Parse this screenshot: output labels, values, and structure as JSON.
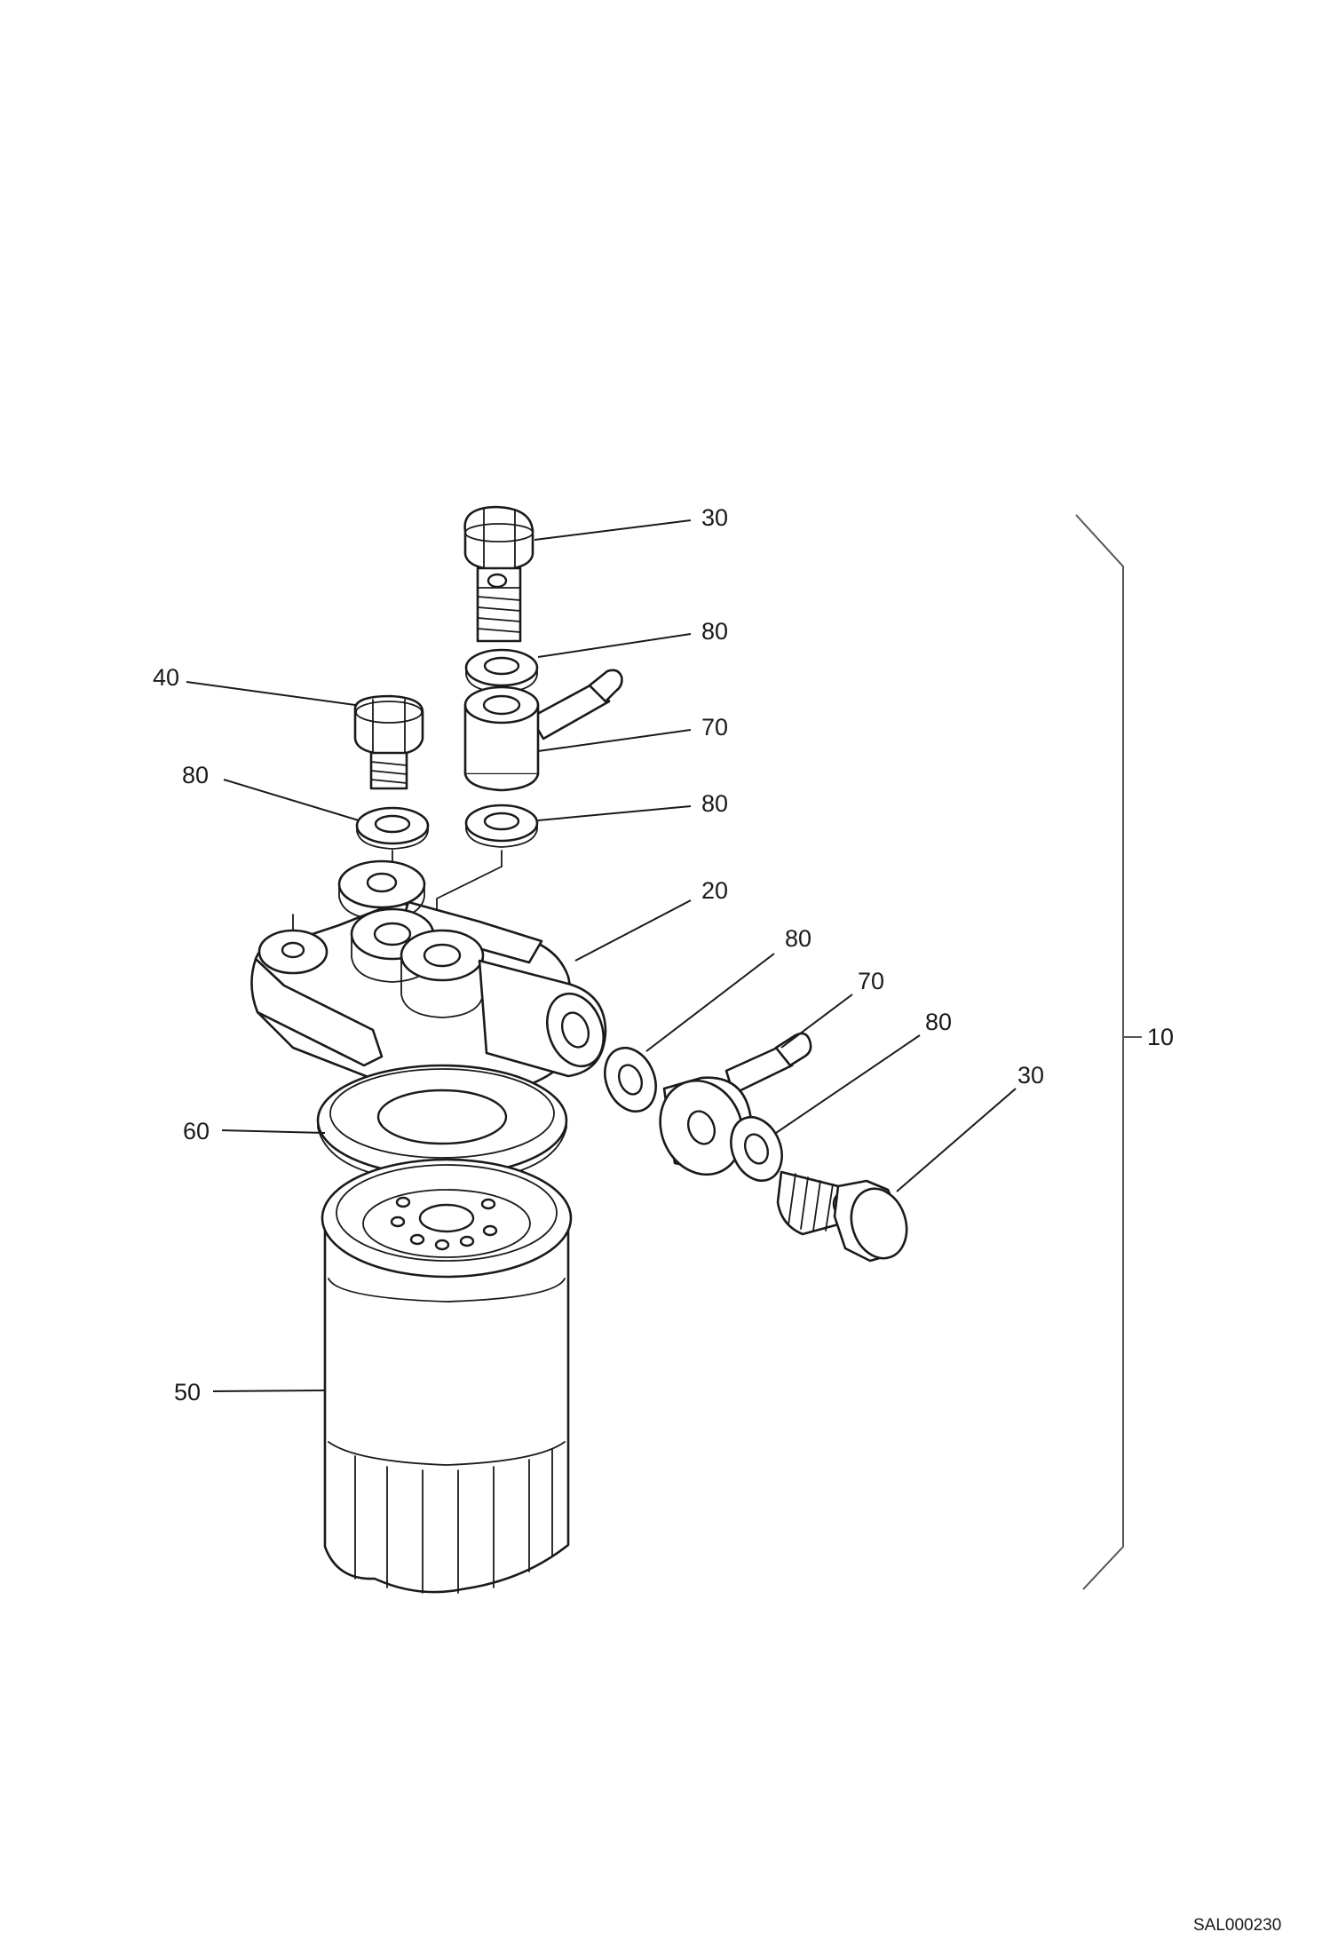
{
  "diagram": {
    "labels": {
      "banjo_bolt_top": "30",
      "washer_top_1": "80",
      "plug": "40",
      "banjo_fitting_top": "70",
      "washer_plug": "80",
      "washer_top_2": "80",
      "filter_head": "20",
      "washer_side_1": "80",
      "banjo_fitting_side": "70",
      "washer_side_2": "80",
      "assembly": "10",
      "banjo_bolt_side": "30",
      "gasket": "60",
      "filter_cartridge": "50"
    },
    "reference_code": "SAL000230"
  }
}
